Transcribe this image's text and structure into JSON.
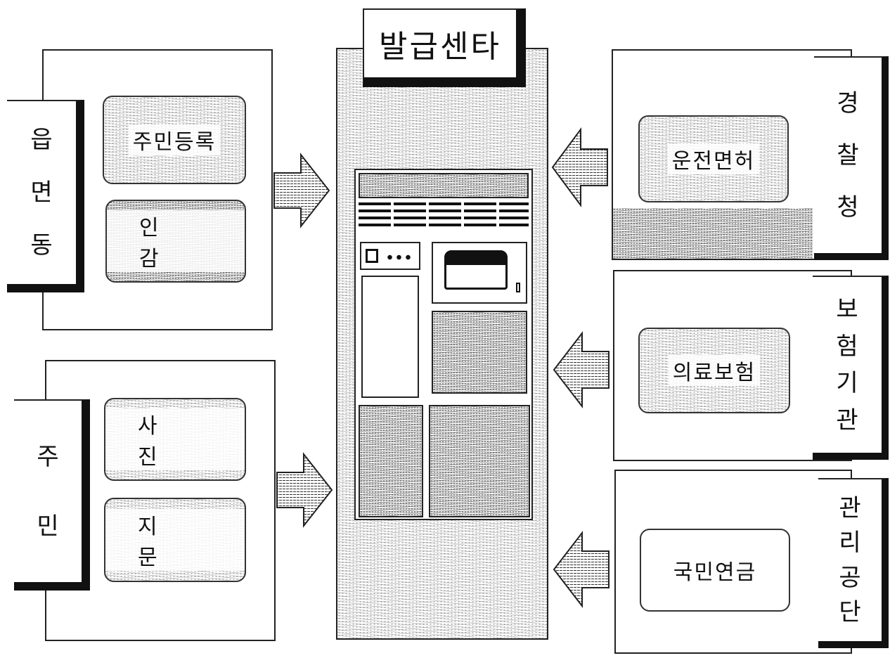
{
  "center": {
    "title": "발급센타"
  },
  "left_panels": [
    {
      "label_chars": [
        "읍",
        "면",
        "동"
      ],
      "items": [
        "주민등록",
        "인 감"
      ]
    },
    {
      "label_chars": [
        "주",
        "민"
      ],
      "items": [
        "사 진",
        "지 문"
      ]
    }
  ],
  "right_panels": [
    {
      "label_chars": [
        "경",
        "찰",
        "청"
      ],
      "item": "운전면허"
    },
    {
      "label_chars": [
        "보",
        "험",
        "기",
        "관"
      ],
      "item": "의료보험"
    },
    {
      "label_chars": [
        "관",
        "리",
        "공",
        "단"
      ],
      "item": "국민연금"
    }
  ],
  "colors": {
    "ink": "#111111",
    "paper": "#ffffff"
  }
}
